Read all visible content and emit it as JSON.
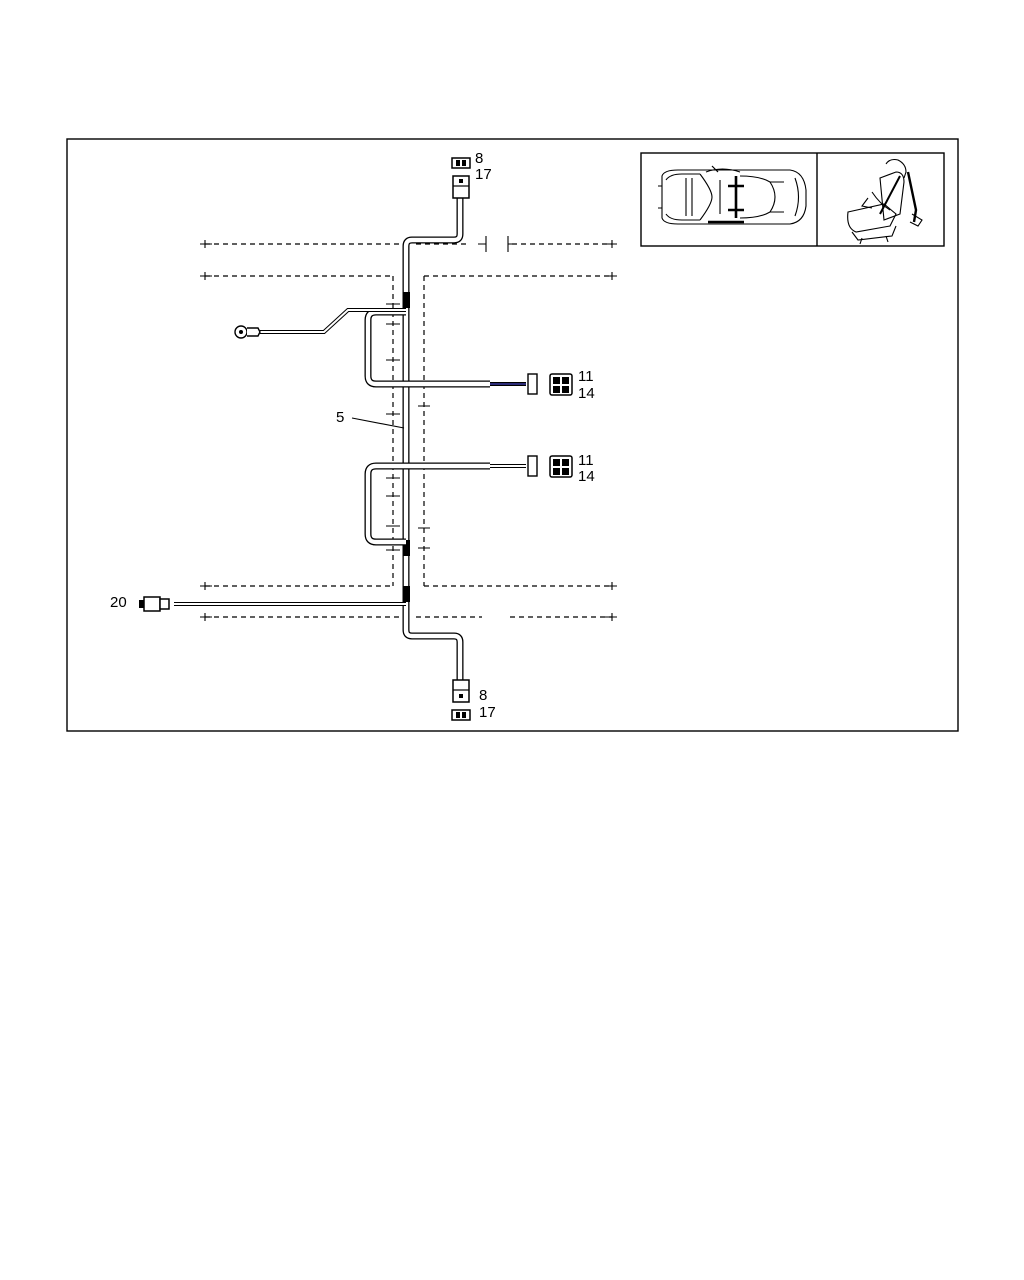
{
  "labels": {
    "top_connector": [
      "8",
      "17"
    ],
    "bottom_connector": [
      "8",
      "17"
    ],
    "upper_branch": [
      "11",
      "14"
    ],
    "lower_branch": [
      "11",
      "14"
    ],
    "harness": "5",
    "side_connector": "20"
  },
  "icons": {
    "car_view": "car-top-view-icon",
    "seat_view": "seat-with-belt-icon"
  },
  "colors": {
    "line": "#000000",
    "background": "#ffffff",
    "wire_accent": "#3a3aa0"
  }
}
